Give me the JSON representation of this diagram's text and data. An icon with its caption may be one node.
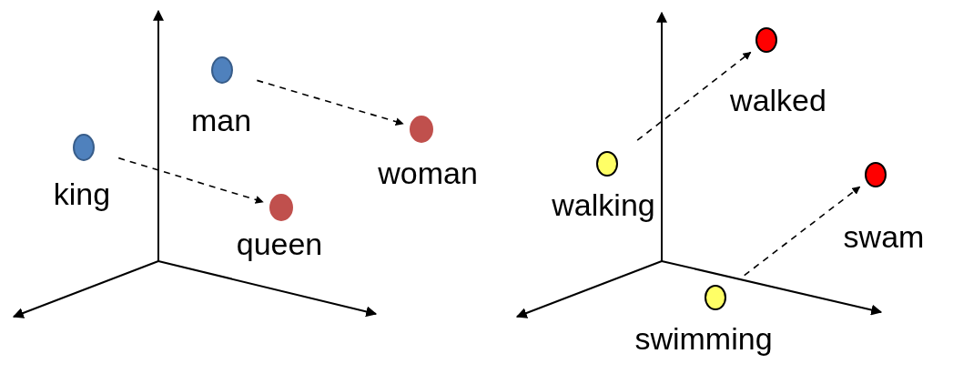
{
  "diagram": {
    "nodes": [
      {
        "text": [],
        "shape": "circle",
        "beside": [
          "man"
        ]
      },
      {
        "text": [],
        "shape": "circle",
        "beside": [
          "king"
        ]
      },
      {
        "text": [],
        "shape": "circle",
        "beside": [
          "woman"
        ]
      },
      {
        "text": [],
        "shape": "circle",
        "beside": [
          "queen"
        ]
      },
      {
        "text": [],
        "shape": "circle",
        "beside": [
          "walked"
        ]
      },
      {
        "text": [],
        "shape": "circle",
        "beside": [
          "walking"
        ]
      },
      {
        "text": [],
        "shape": "circle",
        "beside": [
          "swam"
        ]
      },
      {
        "text": [],
        "shape": "circle",
        "beside": [
          "swimming"
        ]
      }
    ],
    "edges": [
      {
        "from": 0,
        "to": 2,
        "arrow": "to",
        "style": "dashed"
      },
      {
        "from": 1,
        "to": 3,
        "arrow": "to",
        "style": "dashed"
      },
      {
        "from": 5,
        "to": 4,
        "arrow": "to",
        "style": "dashed"
      },
      {
        "from": 7,
        "to": 6,
        "arrow": "to",
        "style": "dashed"
      }
    ]
  }
}
